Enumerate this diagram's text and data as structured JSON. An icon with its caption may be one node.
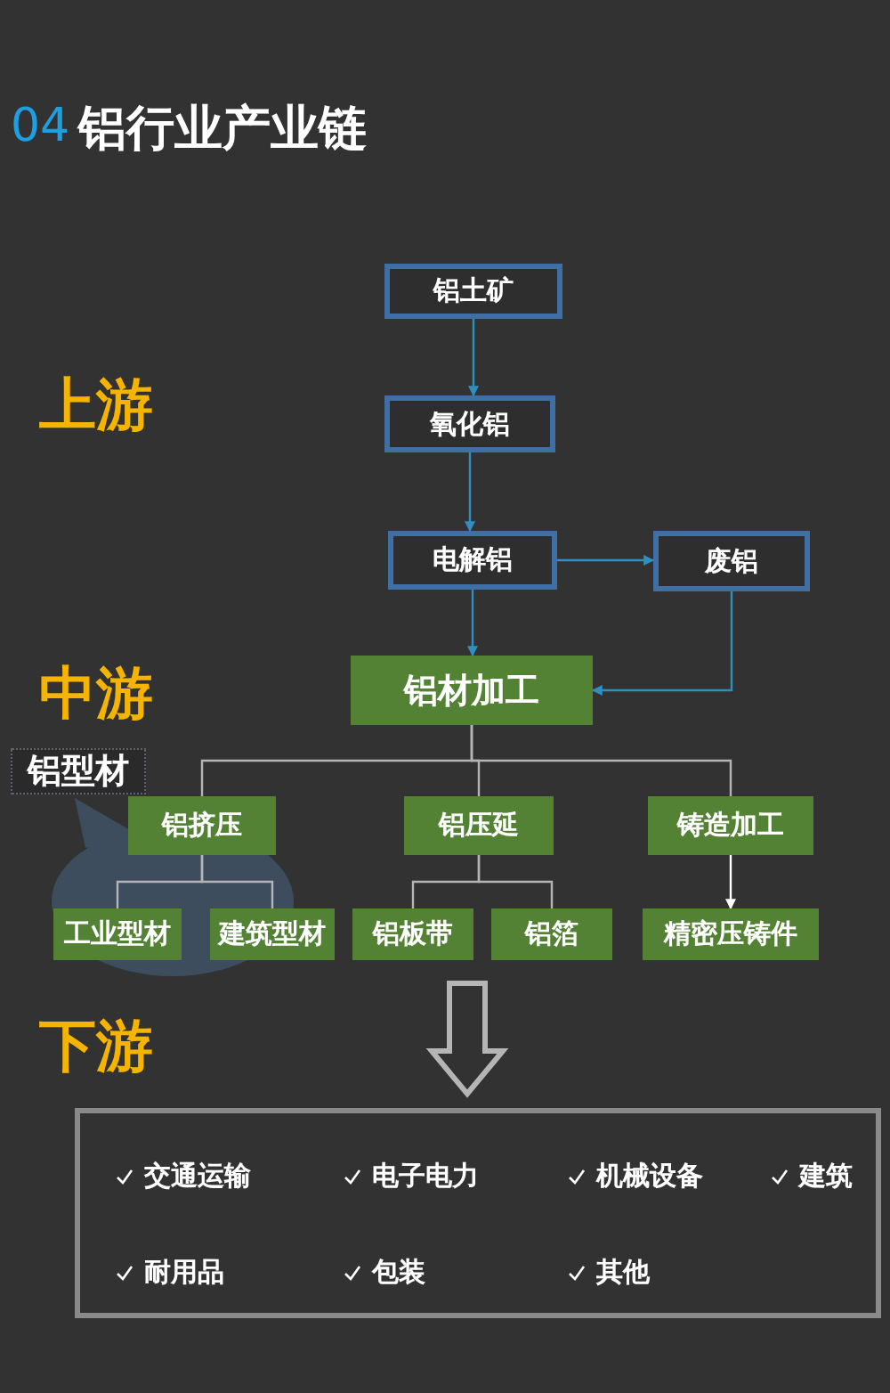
{
  "diagram": {
    "title": "铝行业产业链",
    "nodes": [
      {
        "text": [
          "铝土矿"
        ]
      },
      {
        "text": [
          "氧化铝"
        ]
      },
      {
        "text": [
          "电解铝"
        ]
      },
      {
        "text": [
          "废铝"
        ]
      },
      {
        "text": [
          "铝材加工"
        ]
      },
      {
        "text": [
          "铝型材"
        ]
      },
      {
        "text": [
          "铝挤压"
        ]
      },
      {
        "text": [
          "铝压延"
        ]
      },
      {
        "text": [
          "铸造加工"
        ]
      },
      {
        "text": [
          "工业型材"
        ]
      },
      {
        "text": [
          "建筑型材"
        ]
      },
      {
        "text": [
          "铝板带"
        ]
      },
      {
        "text": [
          "铝箔"
        ]
      },
      {
        "text": [
          "精密压铸件"
        ]
      },
      {
        "text": [
          "交通运输",
          "电子电力",
          "机械设备",
          "建筑",
          "耐用品",
          "包装",
          "其他"
        ]
      }
    ],
    "edges": [
      {
        "from": 0,
        "to": 1,
        "arrow": "to",
        "color": "#2e8fc0"
      },
      {
        "from": 1,
        "to": 2,
        "arrow": "to",
        "color": "#2e8fc0"
      },
      {
        "from": 2,
        "to": 3,
        "arrow": "to",
        "color": "#2e8fc0"
      },
      {
        "from": 2,
        "to": 4,
        "arrow": "to",
        "color": "#2e8fc0"
      },
      {
        "from": 3,
        "to": 4,
        "arrow": "to",
        "color": "#2e8fc0"
      },
      {
        "from": 4,
        "to": 6,
        "arrow": "none"
      },
      {
        "from": 4,
        "to": 7,
        "arrow": "none"
      },
      {
        "from": 4,
        "to": 8,
        "arrow": "none"
      },
      {
        "from": 6,
        "to": 9,
        "arrow": "none"
      },
      {
        "from": 6,
        "to": 10,
        "arrow": "none"
      },
      {
        "from": 7,
        "to": 11,
        "arrow": "none"
      },
      {
        "from": 7,
        "to": 12,
        "arrow": "none"
      },
      {
        "from": 8,
        "to": 13,
        "arrow": "to",
        "color": "#ffffff"
      },
      {
        "from": null,
        "to": 14,
        "arrow": "to",
        "style": "thick"
      }
    ],
    "labels": [
      "04",
      "上游",
      "中游",
      "下游"
    ]
  }
}
